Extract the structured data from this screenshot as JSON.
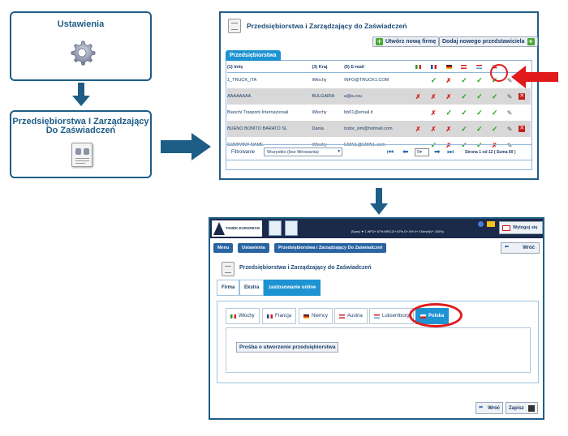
{
  "settings_card": {
    "title": "Ustawienia"
  },
  "company_card": {
    "title_line1": "Przedsiębiorstwa I Zarządzający",
    "title_line2": "Do Zaświadczeń"
  },
  "top_window": {
    "title": "Przedsiębiorstwa i Zarządzający do Zaświadczeń",
    "create_button": "Utwórz nową firmę",
    "add_rep_button": "Dodaj nowego przedstawiciela",
    "tab": "Przedsiębiorstwa",
    "columns": {
      "name": "(1) Imię",
      "country": "(3) Kraj",
      "email": "(5) E-mail"
    },
    "rows": [
      {
        "name": "1_TRUCK_ITA",
        "country": "Włochy",
        "email": "INFO@TRUCK1.COM",
        "marks": [
          "",
          "✓",
          "✗",
          "✓",
          "✓",
          "✓"
        ],
        "del": false
      },
      {
        "name": "AAAAAAAA",
        "country": "BULGARIA",
        "email": "a@a.cou",
        "marks": [
          "✗",
          "✗",
          "✗",
          "✓",
          "✓",
          "✓"
        ],
        "del": true
      },
      {
        "name": "Bianchi Trasporti Internazionali",
        "country": "Włochy",
        "email": "bb01@email.it",
        "marks": [
          "",
          "✗",
          "✓",
          "✓",
          "✓",
          "✓"
        ],
        "del": false
      },
      {
        "name": "BUENO BONITO BARATO SL",
        "country": "Dania",
        "email": "todor_sim@hotmail.com",
        "marks": [
          "✗",
          "✗",
          "✗",
          "✓",
          "✓",
          "✓"
        ],
        "del": true
      },
      {
        "name": "COMPANY NAME",
        "country": "Włochy",
        "email": "EMAIL@EMAIL.com",
        "marks": [
          "",
          "✓",
          "✗",
          "✓",
          "✓",
          "✗"
        ],
        "del": false
      }
    ],
    "filter_label": "Filtrowanie",
    "filter_value": "Wszystko (bez filtrowania)",
    "page_size": "5",
    "pagination": "Strona 1 od 12 ( Suma 60 )"
  },
  "app": {
    "logo": "TANEK EUROPEAN",
    "status_text": "[Spec] ▼ 1  WFD+ 67%  WFD-D+ 67%  D+ 0%  V+ 47km/h(V+ 100%)",
    "logout": "Wyloguj się",
    "breadcrumbs": [
      "Menu",
      "Ustawienia",
      "Przedsiębiorstwa i Zarządzający Do Zaświadczeń"
    ],
    "back_top": "Wróć",
    "page_title": "Przedsiębiorstwa i Zarządzający do Zaświadczeń",
    "tabs": [
      "Firma",
      "Ekstra",
      "zastosowanie online"
    ],
    "country_tabs": [
      "Włochy",
      "Francja",
      "Niemcy",
      "Austria",
      "Luksemburg",
      "Polska"
    ],
    "request_button": "Prośba o utworzenie przedsiębiorstwa",
    "back_bottom": "Wróć",
    "save": "Zapisz"
  }
}
